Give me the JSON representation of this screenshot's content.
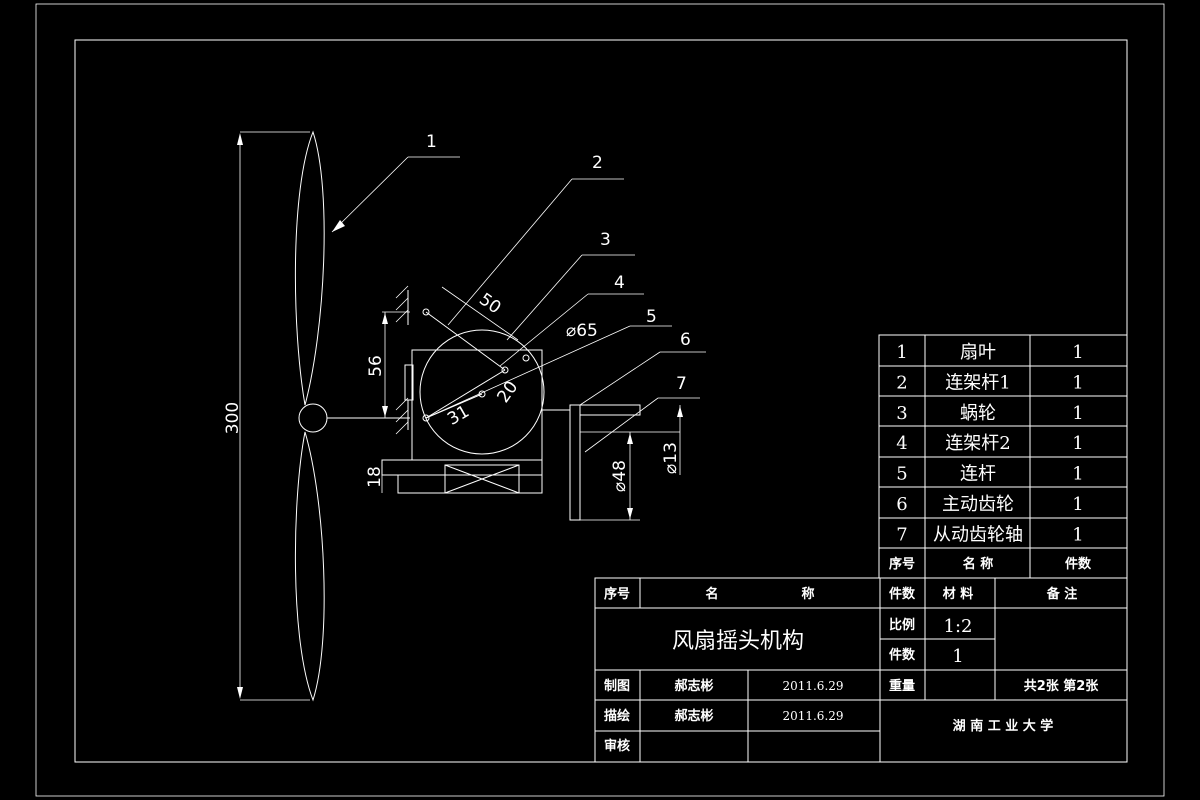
{
  "callouts": [
    "1",
    "2",
    "3",
    "4",
    "5",
    "6",
    "7"
  ],
  "dimensions": {
    "d300": "300",
    "d56": "56",
    "d50": "50",
    "d65": "⌀65",
    "d20": "20",
    "d31": "31",
    "d18": "18",
    "d48": "⌀48",
    "d13": "⌀13"
  },
  "parts": [
    {
      "no": "1",
      "name": "扇叶",
      "qty": "1"
    },
    {
      "no": "2",
      "name": "连架杆1",
      "qty": "1"
    },
    {
      "no": "3",
      "name": "蜗轮",
      "qty": "1"
    },
    {
      "no": "4",
      "name": "连架杆2",
      "qty": "1"
    },
    {
      "no": "5",
      "name": "连杆",
      "qty": "1"
    },
    {
      "no": "6",
      "name": "主动齿轮",
      "qty": "1"
    },
    {
      "no": "7",
      "name": "从动齿轮轴",
      "qty": "1"
    }
  ],
  "parts_header": {
    "no": "序号",
    "name": "名  称",
    "qty": "件数"
  },
  "title_block": {
    "h_no": "序号",
    "h_name1": "名",
    "h_name2": "称",
    "h_qty": "件数",
    "h_material": "材  料",
    "h_remark": "备    注",
    "title": "风扇摇头机构",
    "scale_label": "比例",
    "scale": "1:2",
    "count_label": "件数",
    "count": "1",
    "drawn_label": "制图",
    "drawn_by": "郝志彬",
    "drawn_date": "2011.6.29",
    "weight_label": "重量",
    "sheets": "共2张  第2张",
    "traced_label": "描绘",
    "traced_by": "郝志彬",
    "traced_date": "2011.6.29",
    "checked_label": "审核",
    "school": "湖  南  工  业  大  学"
  }
}
